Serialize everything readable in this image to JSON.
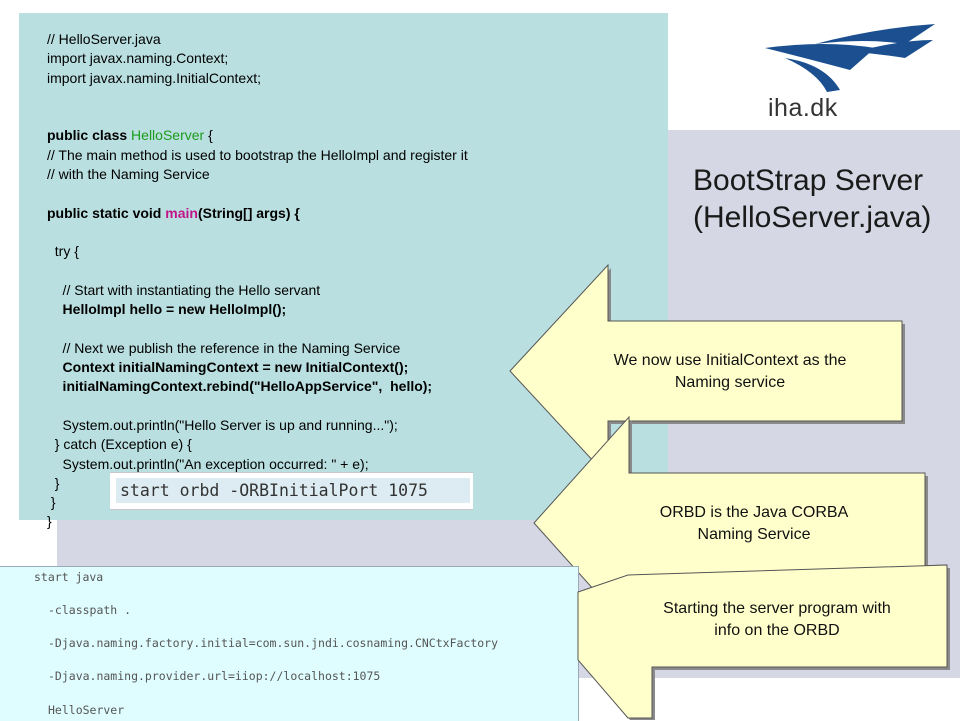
{
  "logo": {
    "text": "iha.dk",
    "color": "#1b4f8f"
  },
  "title": {
    "line1": "BootStrap Server",
    "line2": "(HelloServer.java)"
  },
  "code": {
    "l1": "// HelloServer.java",
    "l2": "import javax.naming.Context;",
    "l3": "import javax.naming.InitialContext;",
    "l4a": "public class ",
    "l4b": "HelloServer",
    "l4c": " {",
    "l5": "// The main method is used to bootstrap the HelloImpl and register it",
    "l6": "// with the Naming Service",
    "l7a": "public static void ",
    "l7b": "main",
    "l7c": "(String[] args) {",
    "l8": "  try {",
    "l9": "    // Start with instantiating the Hello servant",
    "l10": "    HelloImpl hello = new HelloImpl();",
    "l11": "    // Next we publish the reference in the Naming Service",
    "l12": "    Context initialNamingContext = new InitialContext();",
    "l13": "    initialNamingContext.rebind(\"HelloAppService\",  hello);",
    "l14": "    System.out.println(\"Hello Server is up and running...\");",
    "l15": "  } catch (Exception e) {",
    "l16": "    System.out.println(\"An exception occurred: \" + e);",
    "l17": "  }",
    "l18": " }",
    "l19": "}"
  },
  "orbd_command": "start orbd -ORBInitialPort 1075",
  "start_command": {
    "c1": "start java",
    "c2": "-classpath .",
    "c3": "-Djava.naming.factory.initial=com.sun.jndi.cosnaming.CNCtxFactory",
    "c4": "-Djava.naming.provider.url=iiop://localhost:1075",
    "c5": "HelloServer"
  },
  "callouts": {
    "initial_context": {
      "line1": "We now use InitialContext as the",
      "line2": "Naming service"
    },
    "orbd": {
      "line1": "ORBD is the Java CORBA",
      "line2": "Naming Service"
    },
    "start_server": {
      "line1": "Starting the server program with",
      "line2": "info on the ORBD"
    }
  },
  "colors": {
    "callout_fill": "#ffffcc",
    "code_bg": "#badfe0",
    "cmd_bg": "#dffdff",
    "panel_bg": "#d5d8e4"
  }
}
